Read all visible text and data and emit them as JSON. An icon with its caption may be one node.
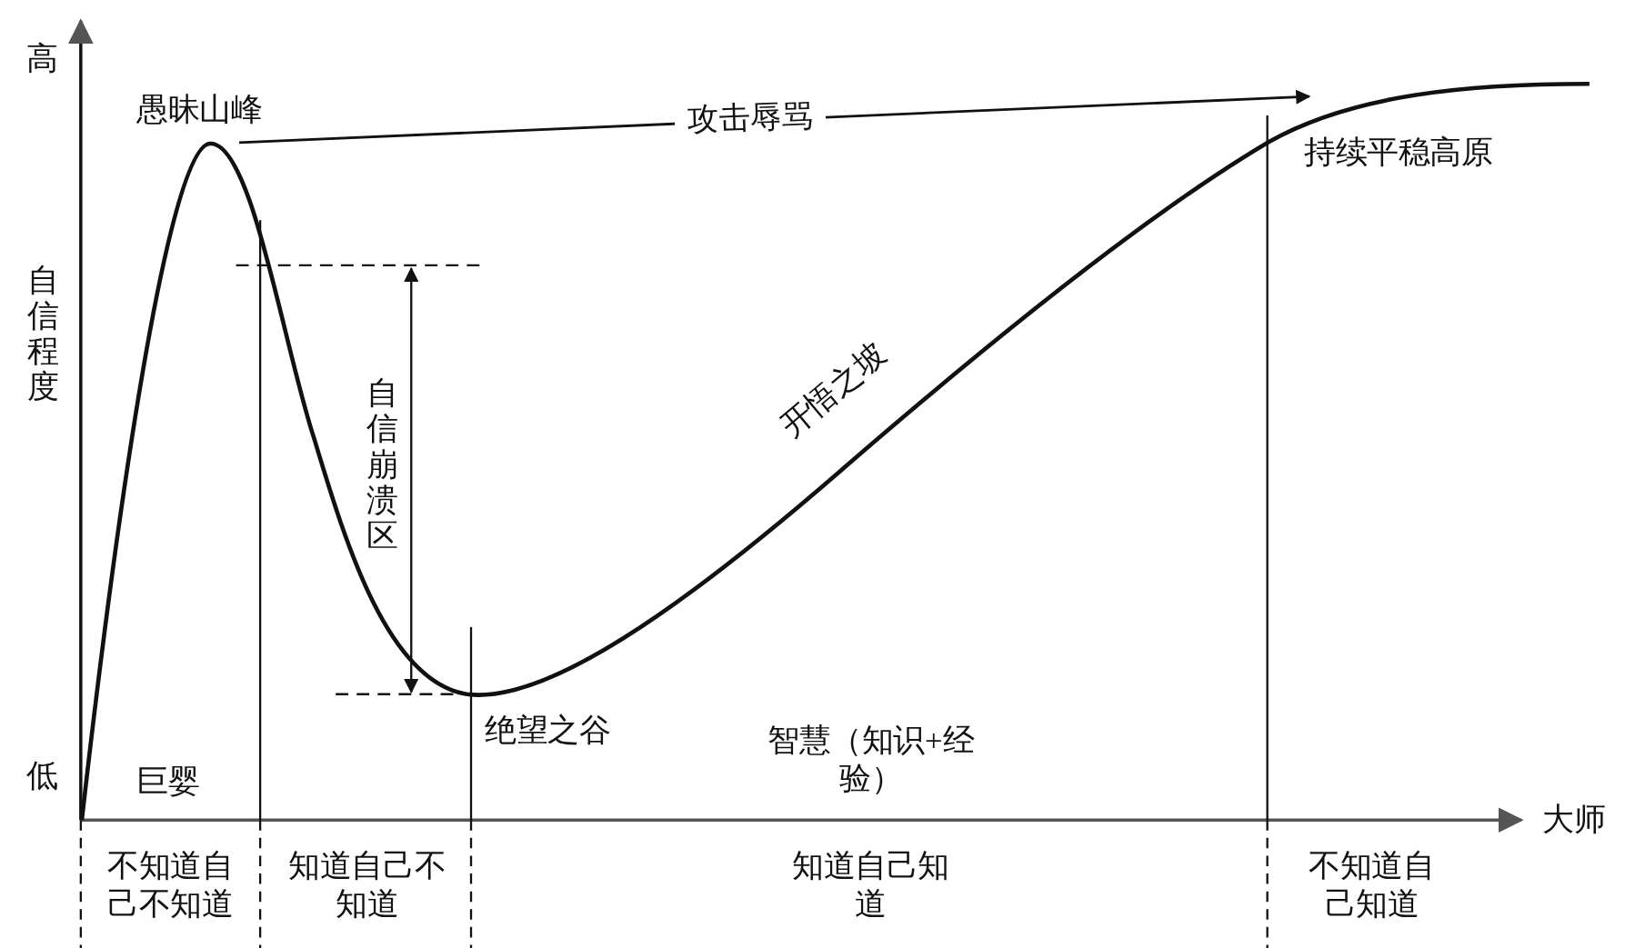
{
  "diagram": {
    "nodes": [
      {
        "text": [
          "愚昧山峰"
        ]
      },
      {
        "text": [
          "持续平稳高原"
        ]
      }
    ],
    "edges": [
      {
        "from": 0,
        "to": 1,
        "arrow": "to",
        "label": "攻击辱骂"
      }
    ],
    "labels": [
      "高",
      "自信程度",
      "低",
      "自信崩溃区",
      "开悟之坡",
      "绝望之谷",
      "巨婴",
      "智慧（知识+经验）",
      "大师",
      "不知道自己不知道",
      "知道自己不知道",
      "知道自己知道",
      "不知道自己知道"
    ]
  }
}
